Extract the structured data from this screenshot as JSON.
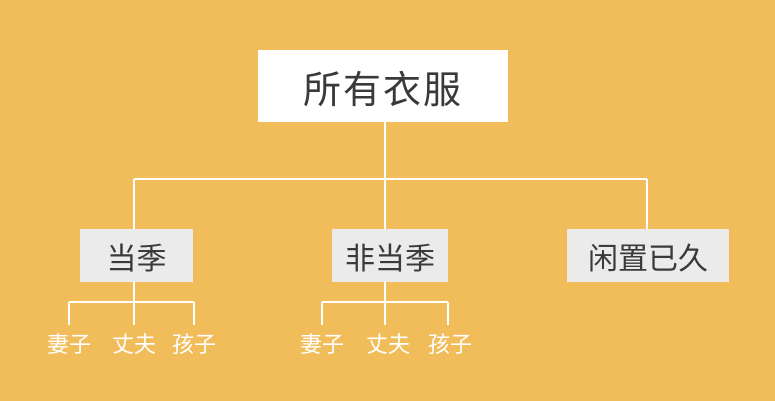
{
  "root": {
    "label": "所有衣服"
  },
  "categories": [
    {
      "label": "当季",
      "children": [
        "妻子",
        "丈夫",
        "孩子"
      ]
    },
    {
      "label": "非当季",
      "children": [
        "妻子",
        "丈夫",
        "孩子"
      ]
    },
    {
      "label": "闲置已久",
      "children": []
    }
  ],
  "colors": {
    "background": "#f0bd5a",
    "root_box": "#ffffff",
    "category_box": "#ebebeb",
    "connector": "#ffffff",
    "leaf_text": "#ffffff"
  }
}
